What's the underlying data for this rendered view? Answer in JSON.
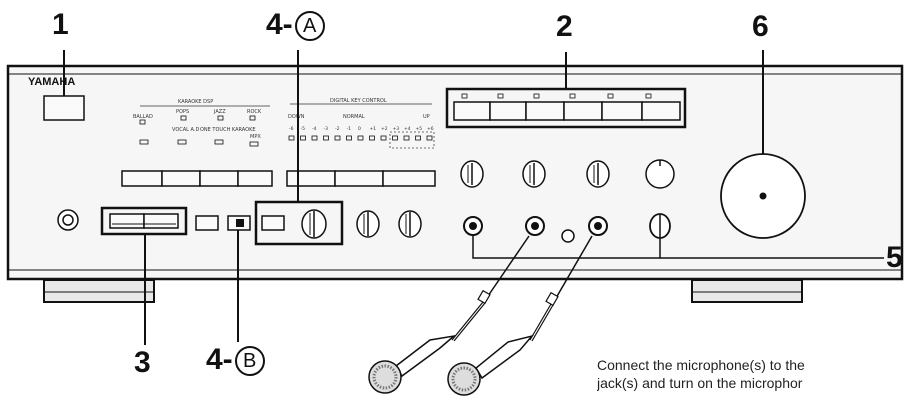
{
  "brand": "YAMAHA",
  "panel": {
    "dsp_group_label": "KARAOKE DSP",
    "dsp_modes": [
      "BALLAD",
      "POPS",
      "JAZZ",
      "ROCK"
    ],
    "vocal_label": "VOCAL A.D",
    "one_touch_label": "ONE TOUCH KARAOKE",
    "mpx_label": "MPX",
    "key_control_label": "DIGITAL KEY CONTROL",
    "down_label": "DOWN",
    "normal_label": "NORMAL",
    "up_label": "UP",
    "key_steps": [
      "-6",
      "-5",
      "-4",
      "-3",
      "-2",
      "-1",
      "0",
      "+1",
      "+2",
      "+3",
      "+4",
      "+5",
      "+6"
    ]
  },
  "callouts": {
    "c1": "1",
    "c2": "2",
    "c3": "3",
    "c4a_num": "4-",
    "c4a_circ": "A",
    "c4b_num": "4-",
    "c4b_circ": "B",
    "c5": "5",
    "c6": "6"
  },
  "note": {
    "line1": "Connect the microphone(s) to the",
    "line2": "jack(s) and turn on the microphor"
  },
  "colors": {
    "ink": "#111111",
    "panel": "#f4f4f4",
    "paper": "#ffffff"
  }
}
